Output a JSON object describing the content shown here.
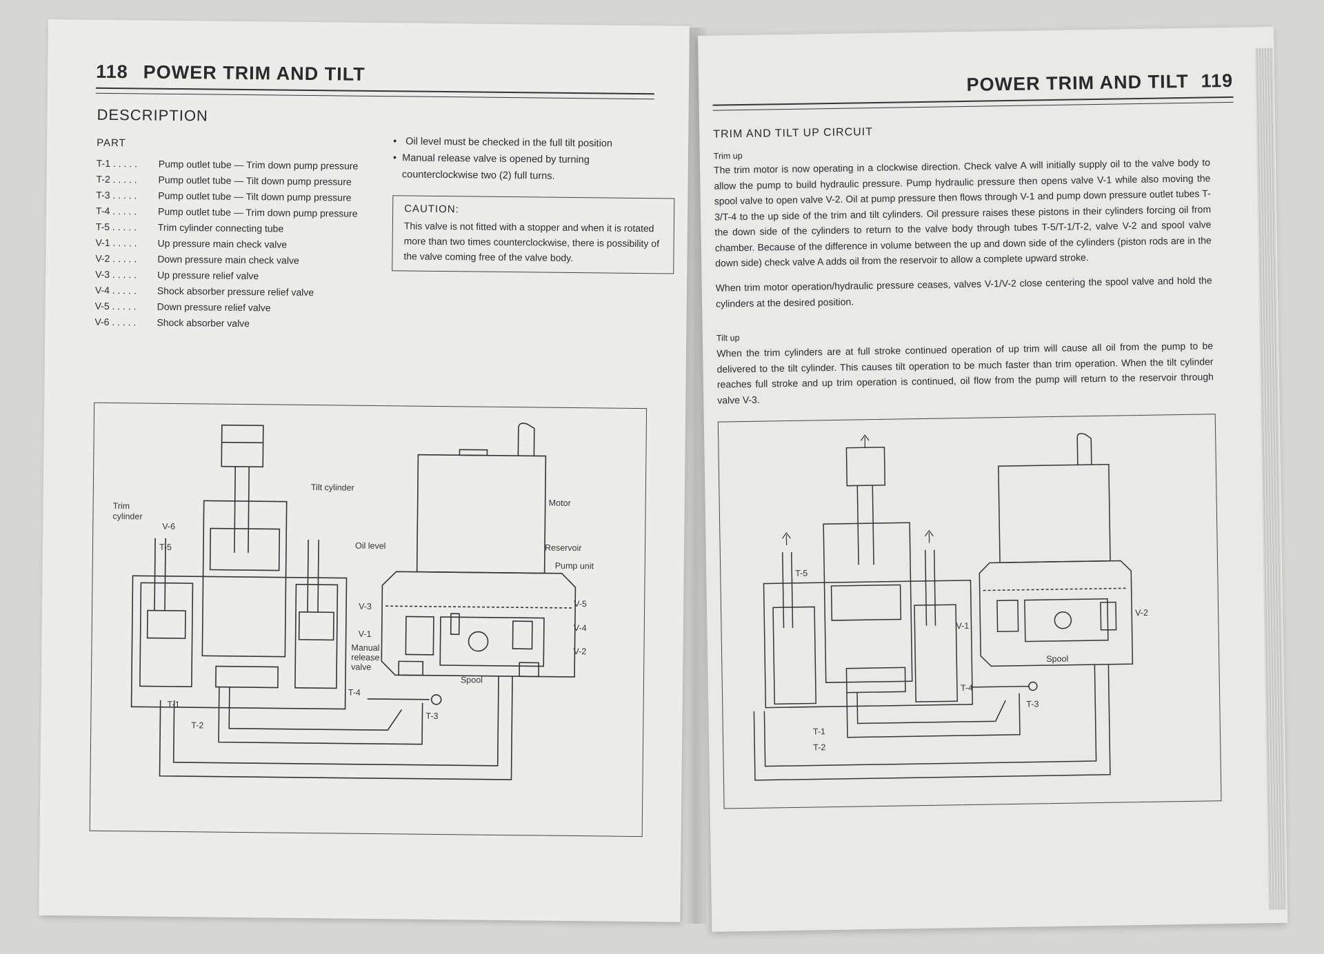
{
  "left_page": {
    "page_number": "118",
    "header_title": "POWER TRIM AND TILT",
    "section_title": "DESCRIPTION",
    "part_heading": "PART",
    "parts": [
      {
        "code": "T-1 . . . . .",
        "desc": "Pump outlet tube — Trim down pump pressure"
      },
      {
        "code": "T-2 . . . . .",
        "desc": "Pump outlet tube — Tilt down pump pressure"
      },
      {
        "code": "T-3 . . . . .",
        "desc": "Pump outlet tube — Tilt down pump pressure"
      },
      {
        "code": "T-4 . . . . .",
        "desc": "Pump outlet tube — Trim down pump pressure"
      },
      {
        "code": "T-5 . . . . .",
        "desc": "Trim cylinder connecting tube"
      },
      {
        "code": "V-1 . . . . .",
        "desc": "Up pressure main check valve"
      },
      {
        "code": "V-2 . . . . .",
        "desc": "Down pressure main check valve"
      },
      {
        "code": "V-3 . . . . .",
        "desc": "Up pressure relief valve"
      },
      {
        "code": "V-4 . . . . .",
        "desc": "Shock absorber pressure relief valve"
      },
      {
        "code": "V-5 . . . . .",
        "desc": "Down pressure relief valve"
      },
      {
        "code": "V-6 . . . . .",
        "desc": "Shock absorber valve"
      }
    ],
    "notes": [
      "Oil level must be checked in the full tilt position",
      "Manual release valve is opened by turning counterclockwise two (2) full turns."
    ],
    "caution": {
      "title": "CAUTION:",
      "text": "This valve is not fitted with a stopper and when it is rotated more than two times counterclockwise, there is possibility of the valve coming free of the valve body."
    },
    "diagram_labels": {
      "tilt_cylinder": "Tilt cylinder",
      "trim_cylinder_1": "Trim",
      "trim_cylinder_2": "cylinder",
      "motor": "Motor",
      "oil_level": "Oil level",
      "reservoir": "Reservoir",
      "pump_unit": "Pump unit",
      "v6": "V-6",
      "t5": "T-5",
      "v3": "V-3",
      "v1": "V-1",
      "manual_1": "Manual",
      "manual_2": "release",
      "manual_3": "valve",
      "v5": "V-5",
      "v4": "V-4",
      "v2": "V-2",
      "spool": "Spool",
      "t4": "T-4",
      "t1": "T-1",
      "t3": "T-3",
      "t2": "T-2"
    }
  },
  "right_page": {
    "page_number": "119",
    "header_title": "POWER TRIM AND TILT",
    "section_title": "TRIM AND TILT UP CIRCUIT",
    "trim_up_heading": "Trim up",
    "trim_up_text": "The trim motor is now operating in a clockwise direction. Check valve A will initially supply oil to the valve body to allow the pump to build hydraulic pressure. Pump hydraulic pressure then opens valve V-1 while also moving the spool valve to open valve V-2. Oil at pump pressure then flows through V-1 and pump down pressure outlet tubes T-3/T-4 to the up side of the trim and tilt cylinders. Oil pressure raises these pistons in their cylinders forcing oil from the down side of the cylinders to return to the valve body through tubes T-5/T-1/T-2, valve V-2 and spool valve chamber. Because of the difference in volume between the up and down side of the cylinders (piston rods are in the down side) check valve A adds oil from the reservoir to allow a complete upward stroke.",
    "trim_up_text2": "When trim motor operation/hydraulic pressure ceases, valves V-1/V-2 close centering the spool valve and hold the cylinders at the desired position.",
    "tilt_up_heading": "Tilt up",
    "tilt_up_text": "When the trim cylinders are at full stroke continued operation of up trim will cause all oil from the pump to be delivered to the tilt cylinder. This causes tilt operation to be much faster than trim operation. When the tilt cylinder reaches full stroke and up trim operation is continued, oil flow from the pump will return to the reservoir through valve V-3.",
    "diagram_labels": {
      "t5": "T-5",
      "v1": "V-1",
      "v2": "V-2",
      "spool": "Spool",
      "t4": "T-4",
      "t3": "T-3",
      "t1": "T-1",
      "t2": "T-2"
    }
  }
}
